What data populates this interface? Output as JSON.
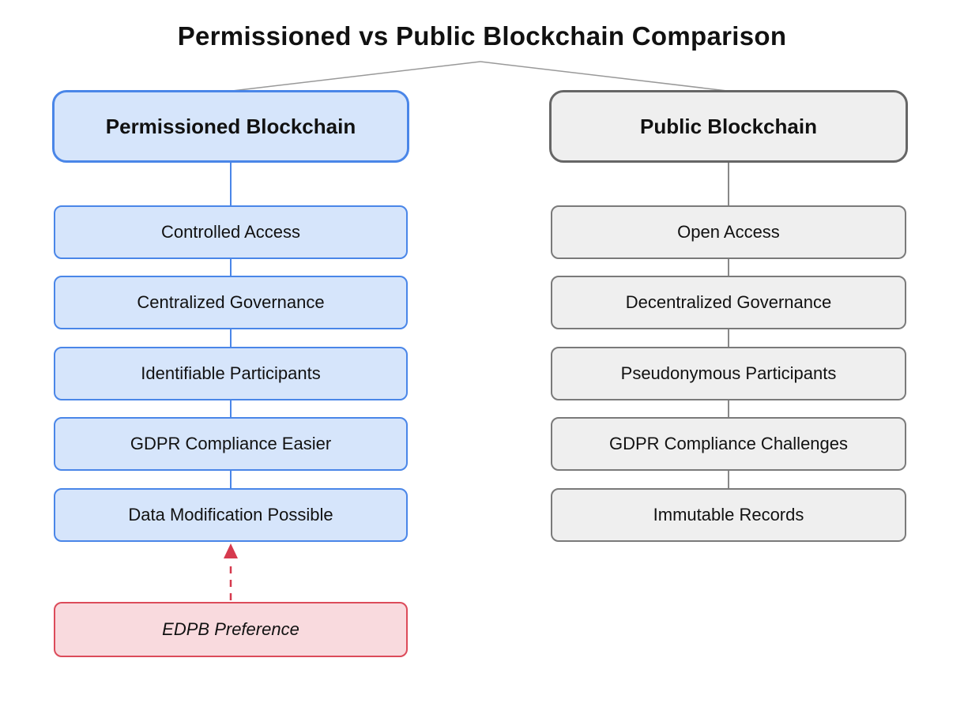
{
  "title": "Permissioned vs Public Blockchain Comparison",
  "columns": [
    {
      "id": "permissioned",
      "header": "Permissioned Blockchain",
      "items": [
        "Controlled Access",
        "Centralized Governance",
        "Identifiable Participants",
        "GDPR Compliance Easier",
        "Data Modification Possible"
      ],
      "colors": {
        "box_fill": "#d6e5fb",
        "box_border": "#4a86e8",
        "connector_line": "#4a86e8"
      }
    },
    {
      "id": "public",
      "header": "Public Blockchain",
      "items": [
        "Open Access",
        "Decentralized Governance",
        "Pseudonymous Participants",
        "GDPR Compliance Challenges",
        "Immutable Records"
      ],
      "colors": {
        "box_fill": "#efefef",
        "box_border": "#666666",
        "connector_line": "#888888"
      }
    }
  ],
  "edpb_annotation": {
    "label": "EDPB Preference",
    "points_to": "Data Modification Possible",
    "arrow_style": "dashed",
    "colors": {
      "box_fill": "#f9dade",
      "box_border": "#dc4b5a",
      "arrow": "#d63a4e"
    }
  },
  "tree_connector": {
    "line_color": "#999999"
  }
}
